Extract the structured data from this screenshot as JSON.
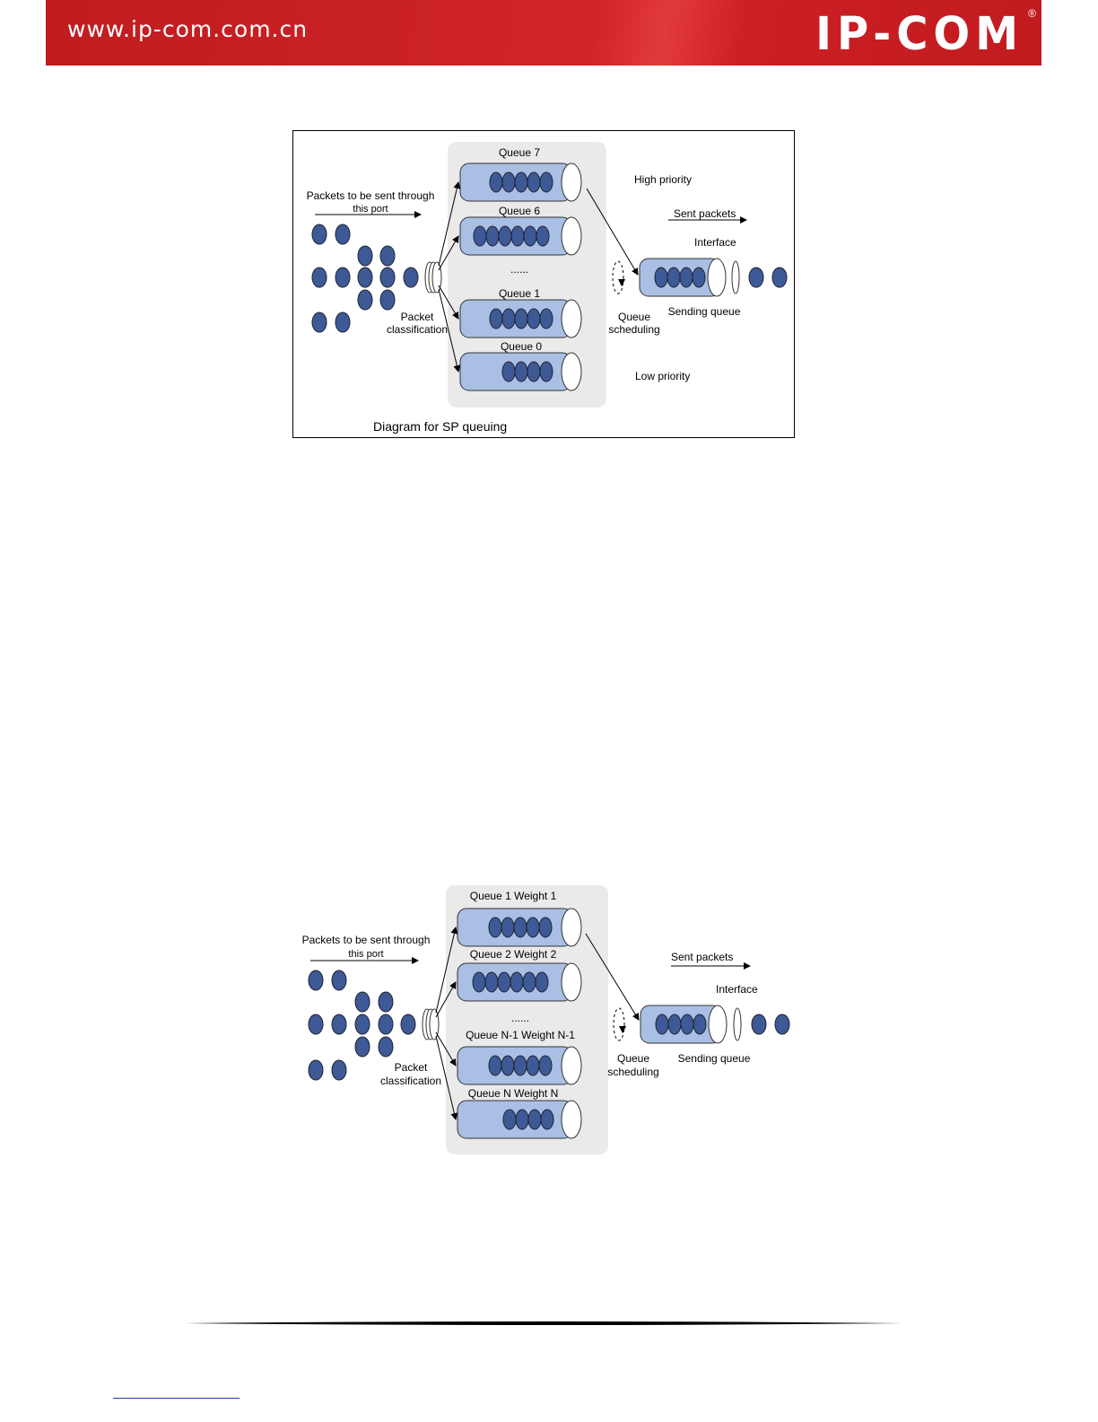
{
  "header": {
    "url": "www.ip-com.com.cn",
    "logo": "IP-COM",
    "registered_mark": "®"
  },
  "figure1": {
    "caption": "Diagram for SP queuing",
    "input_label_line1": "Packets to be sent through",
    "input_label_line2": "this port",
    "packet_classification_line1": "Packet",
    "packet_classification_line2": "classification",
    "queue_labels": [
      "Queue 7",
      "Queue 6",
      "Queue 1",
      "Queue 0"
    ],
    "ellipsis": "......",
    "high_priority": "High priority",
    "low_priority": "Low priority",
    "sent_packets": "Sent packets",
    "interface": "Interface",
    "sending_queue": "Sending queue",
    "queue_scheduling_line1": "Queue",
    "queue_scheduling_line2": "scheduling"
  },
  "figure2": {
    "input_label_line1": "Packets to be sent through",
    "input_label_line2": "this port",
    "packet_classification_line1": "Packet",
    "packet_classification_line2": "classification",
    "queue_labels": [
      "Queue 1 Weight 1",
      "Queue 2 Weight 2",
      "Queue N-1 Weight N-1",
      "Queue N Weight N"
    ],
    "ellipsis": "......",
    "sent_packets": "Sent packets",
    "interface": "Interface",
    "sending_queue": "Sending queue",
    "queue_scheduling_line1": "Queue",
    "queue_scheduling_line2": "scheduling"
  },
  "colors": {
    "banner_red": "#c8202a",
    "queue_fill": "#a9bfe3",
    "packet_fill": "#3d5a96",
    "panel_gray": "#eaeaea"
  }
}
